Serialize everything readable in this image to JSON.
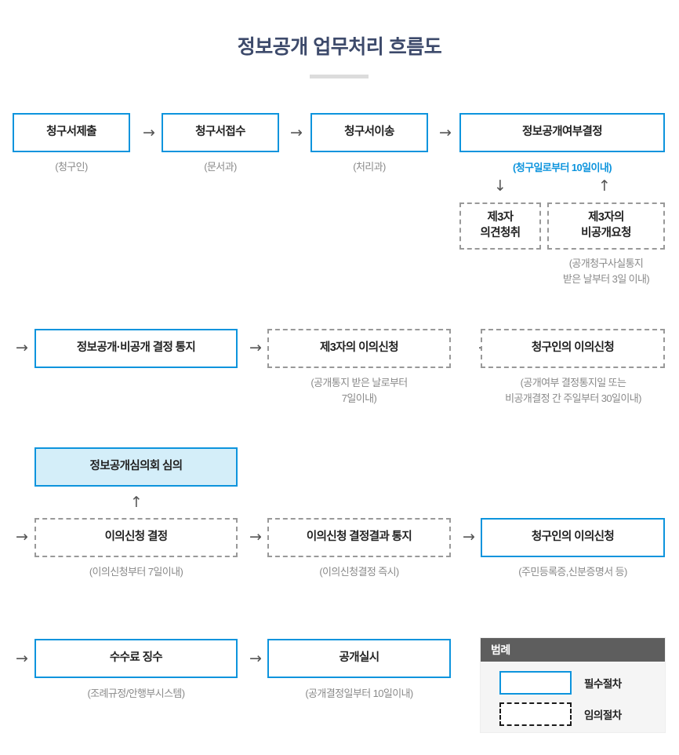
{
  "page": {
    "title": "정보공개 업무처리 흐름도",
    "background": "#ffffff",
    "title_color": "#3d4a6b",
    "accent_color": "#0d94dd",
    "fill_color": "#d4eef9",
    "dashed_color": "#999999",
    "caption_color": "#8a8a8a"
  },
  "rows": {
    "row1": {
      "nodes": [
        {
          "label": "청구서제출",
          "caption": "(청구인)",
          "style": "solid"
        },
        {
          "label": "청구서접수",
          "caption": "(문서과)",
          "style": "solid"
        },
        {
          "label": "청구서이송",
          "caption": "(처리과)",
          "style": "solid"
        },
        {
          "label": "정보공개여부결정",
          "caption": "(청구일로부터 10일이내)",
          "style": "solid",
          "caption_accent": true
        }
      ],
      "arrows": [
        "→",
        "→",
        "→"
      ]
    },
    "row1b": {
      "arrows": [
        "↓",
        "↑"
      ],
      "nodes": [
        {
          "label": "제3자\n의견청취",
          "style": "dashed",
          "caption": ""
        },
        {
          "label": "제3자의\n비공개요청",
          "style": "dashed",
          "caption": "(공개청구사실통지\n받은 날부터 3일 이내)"
        }
      ]
    },
    "row2": {
      "lead_arrow": "→",
      "nodes": [
        {
          "label": "정보공개·비공개 결정 통지",
          "caption": "",
          "style": "solid"
        },
        {
          "label": "제3자의 이의신청",
          "caption": "(공개통지 받은 날로부터\n7일이내)",
          "style": "dashed"
        },
        {
          "label": "청구인의 이의신청",
          "caption": "(공개여부 결정통지일 또는\n비공개결정 간 주일부터 30일이내)",
          "style": "dashed"
        }
      ],
      "arrows": [
        "→",
        "→"
      ]
    },
    "row3_top": {
      "node": {
        "label": "정보공개심의회 심의",
        "style": "filled"
      },
      "up_arrow": "↑"
    },
    "row3": {
      "lead_arrow": "→",
      "nodes": [
        {
          "label": "이의신청 결정",
          "caption": "(이의신청부터 7일이내)",
          "style": "dashed"
        },
        {
          "label": "이의신청 결정결과 통지",
          "caption": "(이의신청결정 즉시)",
          "style": "dashed"
        },
        {
          "label": "청구인의 이의신청",
          "caption": "(주민등록증,신분증명서 등)",
          "style": "solid"
        }
      ],
      "arrows": [
        "→",
        "→"
      ]
    },
    "row4": {
      "lead_arrow": "→",
      "nodes": [
        {
          "label": "수수료 징수",
          "caption": "(조례규정/안행부시스템)",
          "style": "solid"
        },
        {
          "label": "공개실시",
          "caption": "(공개결정일부터 10일이내)",
          "style": "solid"
        }
      ],
      "arrows": [
        "→"
      ]
    }
  },
  "legend": {
    "header": "범례",
    "items": [
      {
        "label": "필수절차",
        "style": "solid"
      },
      {
        "label": "임의절차",
        "style": "dashed"
      }
    ]
  }
}
